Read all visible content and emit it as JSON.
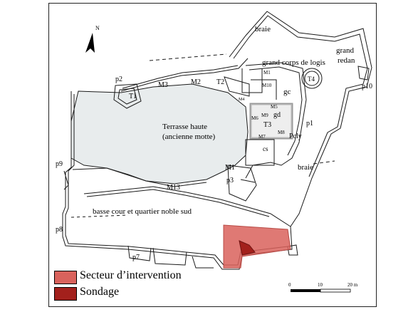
{
  "colors": {
    "terrace_fill": "#e8eced",
    "intervention_fill": "#d9625c",
    "sondage_fill": "#a3201c",
    "line": "#1a1a1a",
    "gray_wall": "#9a9a9a"
  },
  "labels": {
    "braie_top": "braie",
    "grand": "grand",
    "redan": "redan",
    "grand_corps": "grand corps de logis",
    "gc": "gc",
    "t4": "T4",
    "p10": "p10",
    "p2": "p2",
    "t1": "T1",
    "m3": "M3",
    "m2": "M2",
    "t2": "T2",
    "m1_top": "M1",
    "m10": "M10",
    "m4": "M4",
    "terrasse_haute": "Terrasse haute",
    "ancienne_motte": "(ancienne motte)",
    "m5": "M5",
    "m6": "M6",
    "m9": "M9",
    "gd": "gd",
    "t3": "T3",
    "m8": "M8",
    "pcly": "Pcly",
    "p1": "p1",
    "m7": "M7",
    "cs": "cs",
    "m1_mid": "M1",
    "p3": "p3",
    "braie_right": "braie",
    "m13": "M13",
    "p9": "p9",
    "basse_cour": "basse cour et quartier noble sud",
    "p8": "p8",
    "p7": "p7",
    "north": "N"
  },
  "legend": {
    "intervention": "Secteur d’intervention",
    "sondage": "Sondage"
  },
  "scale": {
    "ticks": [
      "0",
      "10",
      "20 m"
    ]
  }
}
